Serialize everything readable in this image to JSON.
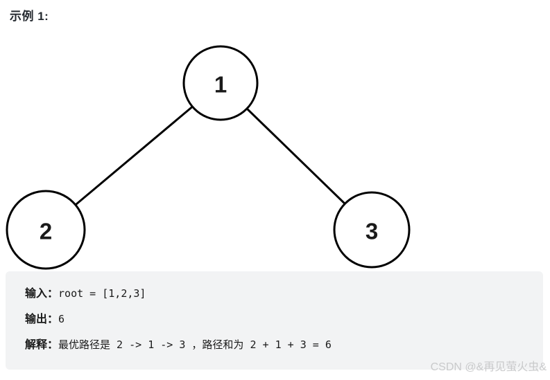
{
  "page": {
    "title": "示例 1:"
  },
  "tree": {
    "description": "binary tree with root 1, left child 2, right child 3",
    "nodes": [
      {
        "name": "root",
        "value": "1"
      },
      {
        "name": "left-child",
        "value": "2"
      },
      {
        "name": "right-child",
        "value": "3"
      }
    ],
    "edges": [
      {
        "from": "1",
        "to": "2"
      },
      {
        "from": "1",
        "to": "3"
      }
    ],
    "stroke_color": "#000000",
    "node_fill_color": "#ffffff"
  },
  "example": {
    "rows": [
      {
        "label": "输入：",
        "content": "root = [1,2,3]"
      },
      {
        "label": "输出：",
        "content": "6"
      },
      {
        "label": "解释：",
        "content": "最优路径是 2 -> 1 -> 3 ，路径和为 2 + 1 + 3 = 6"
      }
    ],
    "background_color": "#f2f3f4",
    "text_color": "#1a1a1a"
  },
  "watermark": {
    "text": "CSDN @&再见萤火虫&",
    "color": "#c9cacb"
  }
}
